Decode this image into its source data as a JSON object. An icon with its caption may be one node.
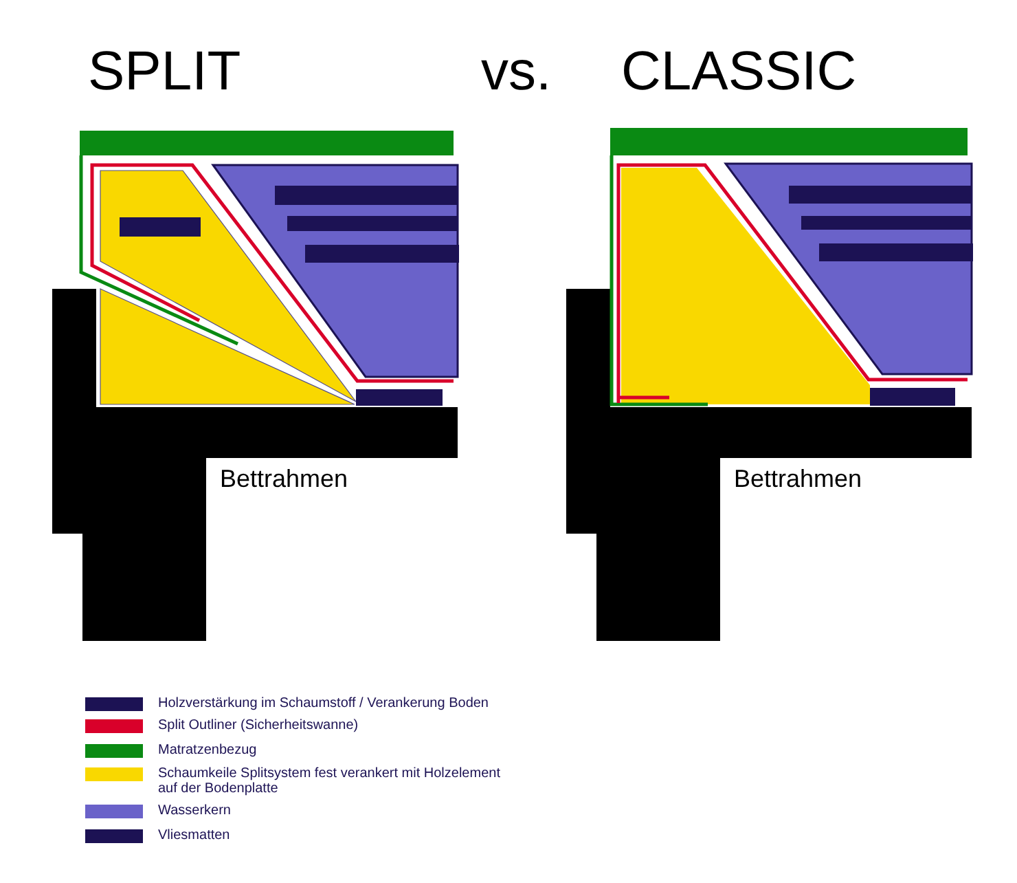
{
  "diagram": {
    "labels": [
      "SPLIT",
      "vs.",
      "CLASSIC",
      "Bettrahmen",
      "Bettrahmen"
    ],
    "legend": [
      {
        "text": "Holzverstärkung im Schaumstoff / Verankerung Boden",
        "color": "#1c1254"
      },
      {
        "text": "Split Outliner (Sicherheitswanne)",
        "color": "#d9002a"
      },
      {
        "text": "Matratzenbezug",
        "color": "#0a8a13"
      },
      {
        "text": "Schaumkeile Splitsystem fest verankert mit Holzelement auf der Bodenplatte",
        "color": "#f9d800"
      },
      {
        "text": "Wasserkern",
        "color": "#6a62c9"
      },
      {
        "text": "Vliesmatten",
        "color": "#1c1254"
      }
    ]
  }
}
